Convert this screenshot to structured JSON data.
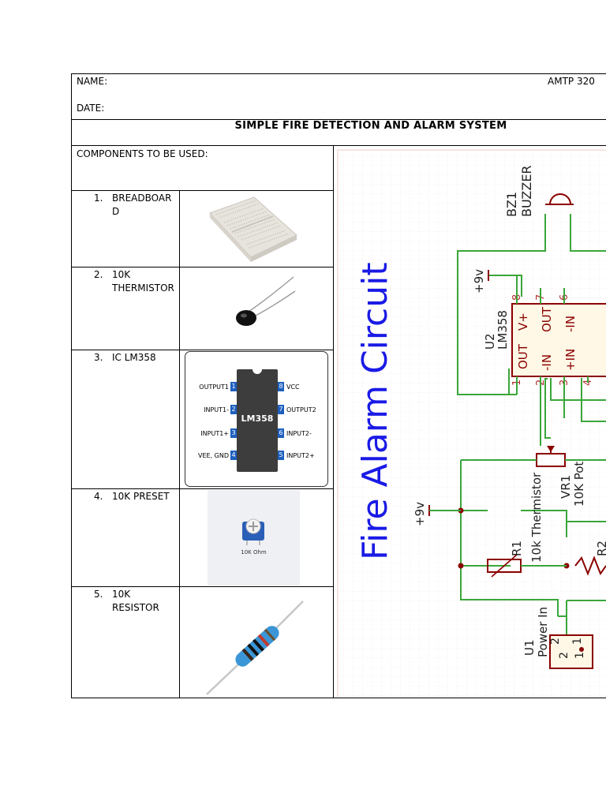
{
  "header": {
    "name_label": "NAME:",
    "course": "AMTP 320",
    "date_label": "DATE:"
  },
  "title": "SIMPLE FIRE DETECTION AND ALARM SYSTEM",
  "components_heading": "COMPONENTS TO BE USED:",
  "components": [
    {
      "num": "1.",
      "name_lines": [
        "BREADBOAR",
        "D"
      ]
    },
    {
      "num": "2.",
      "name_lines": [
        "10K",
        "THERMISTOR"
      ]
    },
    {
      "num": "3.",
      "name_lines": [
        "IC LM358"
      ]
    },
    {
      "num": "4.",
      "name_lines": [
        "10K PRESET"
      ]
    },
    {
      "num": "5.",
      "name_lines": [
        "10K RESISTOR"
      ]
    }
  ],
  "ic_pinout": {
    "chip_label": "LM358",
    "left_pins": [
      {
        "num": "1",
        "label": "OUTPUT1"
      },
      {
        "num": "2",
        "label": "INPUT1-"
      },
      {
        "num": "3",
        "label": "INPUT1+"
      },
      {
        "num": "4",
        "label": "VEE, GND"
      }
    ],
    "right_pins": [
      {
        "num": "8",
        "label": "VCC"
      },
      {
        "num": "7",
        "label": "OUTPUT2"
      },
      {
        "num": "6",
        "label": "INPUT2-"
      },
      {
        "num": "5",
        "label": "INPUT2+"
      }
    ]
  },
  "preset_label": "10K Ohm",
  "schematic": {
    "title": "Fire Alarm Circuit",
    "buzzer_ref": "BZ1",
    "buzzer_name": "BUZZER",
    "ic_ref": "U2",
    "ic_name": "LM358",
    "ic_pins": [
      "OUT",
      "-IN",
      "+IN",
      "V+",
      "OUT",
      "-IN"
    ],
    "supply": "+9v",
    "pot_ref": "VR1",
    "pot_name": "10K Pot",
    "thermistor_ref": "R1",
    "thermistor_name": "10k Thermistor",
    "power_ref": "U1",
    "power_name": "Power In",
    "resistor_ref": "R2"
  },
  "colors": {
    "wire": "#3aa63a",
    "component": "#8b0000",
    "pin_number": "#b03030",
    "title_blue": "#1a1ae6",
    "grid": "#f2c8c8"
  }
}
